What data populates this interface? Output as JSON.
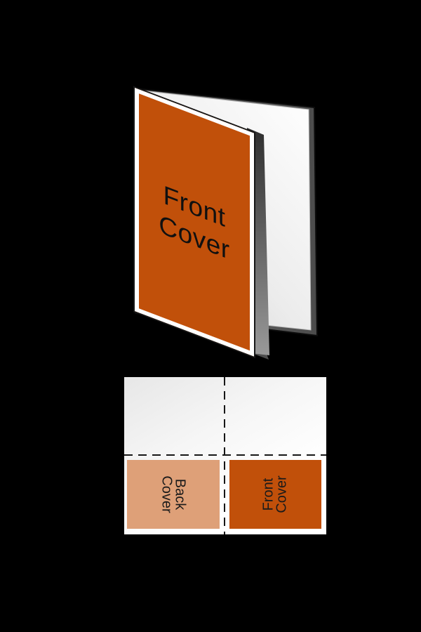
{
  "illustration": {
    "background_color": "#000000",
    "card_3d": {
      "front_cover_label": "Front\nCover",
      "front_cover_color": "#C1500A",
      "cover_border_color": "#FFFFFF",
      "label_text_color": "#101010",
      "page_light_color": "#FFFFFF",
      "page_shade_color": "#D4D4D4",
      "page_edge_dark_color": "#5E5E5E",
      "outline_color": "#161616"
    },
    "flat_layout": {
      "sheet_color": "#FFFFFF",
      "fold_line_color": "#161616",
      "back_cover": {
        "label": "Back\nCover",
        "color": "#DEA078"
      },
      "front_cover": {
        "label": "Front\nCover",
        "color": "#C1500A"
      },
      "label_text_color": "#1A1A1A"
    }
  }
}
